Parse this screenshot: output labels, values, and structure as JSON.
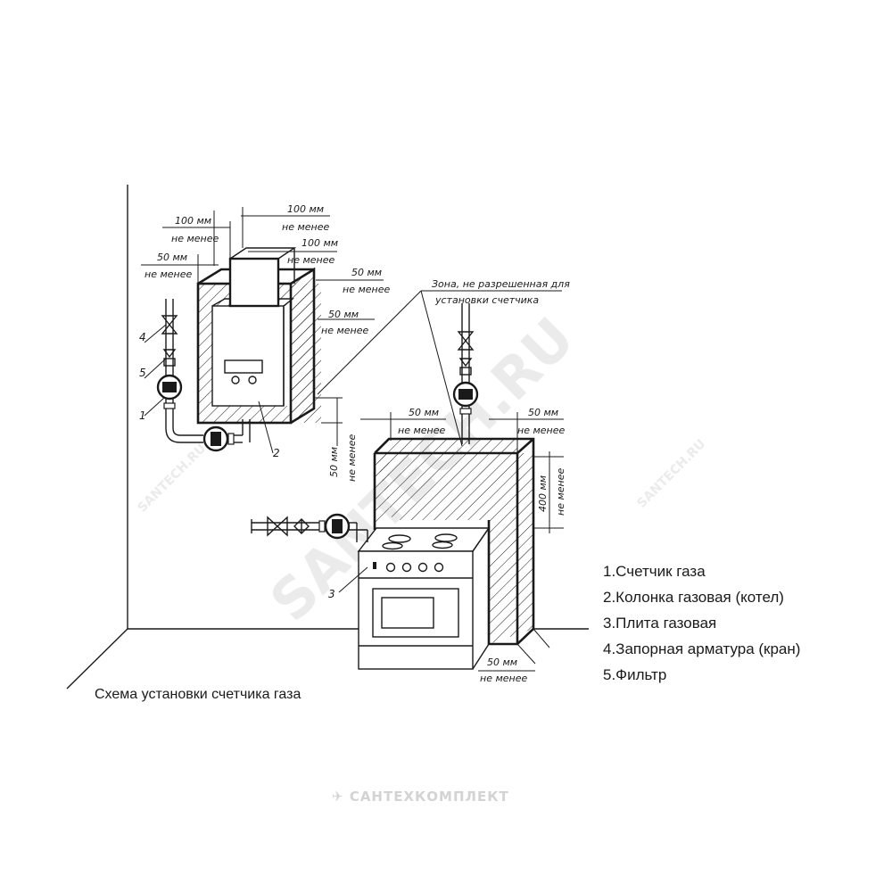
{
  "caption": "Схема установки счетчика газа",
  "legend": [
    "1.Счетчик газа",
    "2.Колонка газовая (котел)",
    "3.Плита газовая",
    "4.Запорная арматура (кран)",
    "5.Фильтр"
  ],
  "dimensions": {
    "mm50": "50 мм",
    "mm100": "100 мм",
    "mm400": "400 мм",
    "not_less": "не менее"
  },
  "zone_label": {
    "line1": "Зона, не разрешенная для",
    "line2": "установки счетчика"
  },
  "callouts": [
    "1",
    "2",
    "3",
    "4",
    "5"
  ],
  "watermark": "SANTECH.RU",
  "brand_watermark": "САНТЕХКОМПЛЕКТ"
}
